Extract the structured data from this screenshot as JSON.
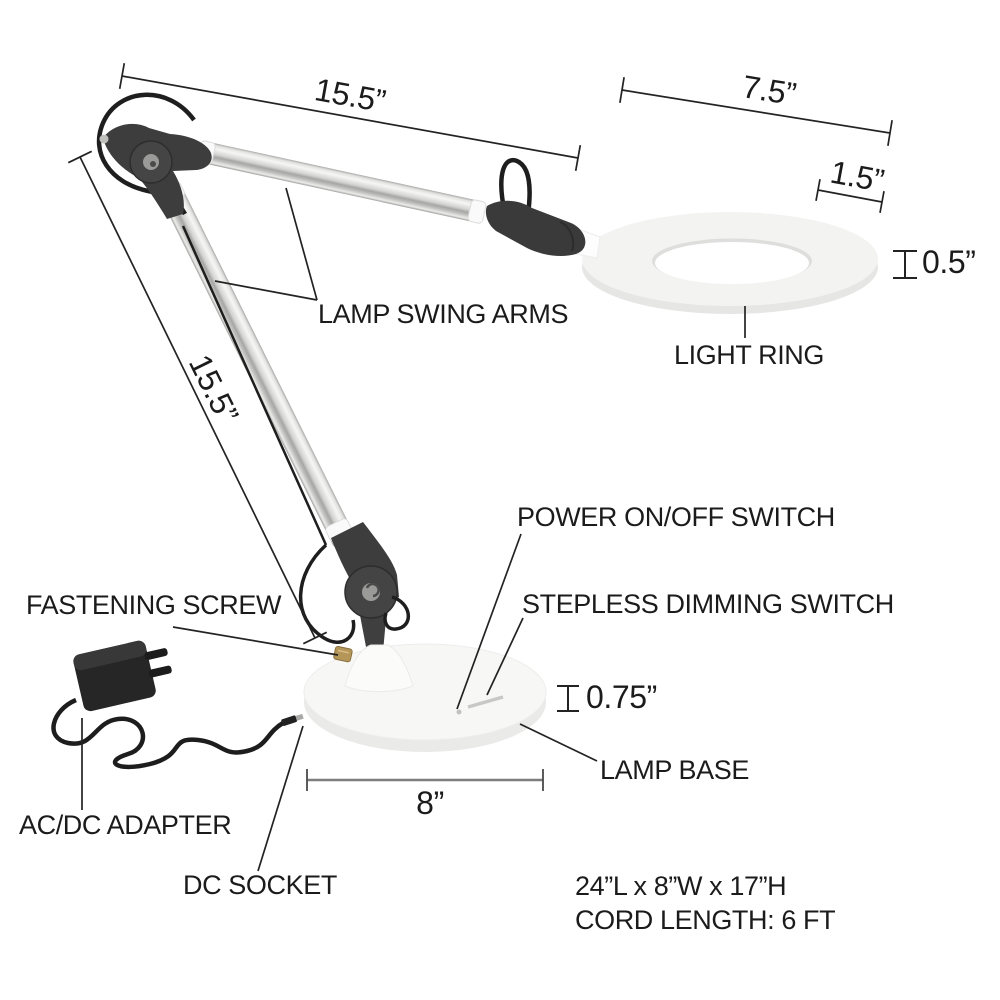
{
  "diagram": {
    "labels": {
      "lamp_swing_arms": "LAMP SWING ARMS",
      "light_ring": "LIGHT RING",
      "power_switch": "POWER ON/OFF SWITCH",
      "dimming_switch": "STEPLESS DIMMING SWITCH",
      "fastening_screw": "FASTENING SCREW",
      "ac_dc_adapter": "AC/DC ADAPTER",
      "dc_socket": "DC SOCKET",
      "lamp_base": "LAMP BASE"
    },
    "dimensions": {
      "upper_arm_length": "15.5”",
      "lower_arm_length": "15.5”",
      "ring_diameter": "7.5”",
      "ring_width": "1.5”",
      "ring_thickness": "0.5”",
      "base_thickness": "0.75”",
      "base_diameter": "8”"
    },
    "specs": {
      "overall_size": "24”L x 8”W x 17”H",
      "cord_length": "CORD LENGTH: 6 FT"
    },
    "colors": {
      "text": "#1b1b1b",
      "line": "#232323",
      "gray_line": "#7d7d7d",
      "joint_dark": "#3d3d3d",
      "metal_light": "#f6f6f4",
      "metal_dark": "#9e9e9c",
      "ring_fill": "#f3f3f2",
      "base_fill": "#f7f7f6",
      "screw_brass": "#b49659",
      "cord": "#1e1e1e"
    }
  }
}
